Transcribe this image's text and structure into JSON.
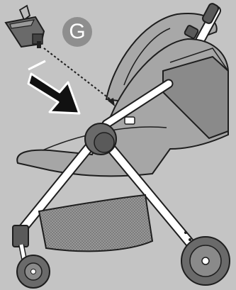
{
  "step": {
    "letter": "G",
    "badge_color": "#8e8e8e",
    "letter_color": "#ffffff"
  },
  "colors": {
    "background": "#c4c4c4",
    "outline": "#1e1e1e",
    "frame": "#ffffff",
    "seat_fabric": "#8a8a8a",
    "dark_parts": "#5a5a5a",
    "arrow": "#111111"
  },
  "parts": [
    "adapter-icon",
    "insert-arrow-icon",
    "stroller-frame",
    "stroller-seat",
    "canopy",
    "storage-basket",
    "front-wheel",
    "rear-wheel",
    "hinge-joint",
    "handlebar"
  ]
}
